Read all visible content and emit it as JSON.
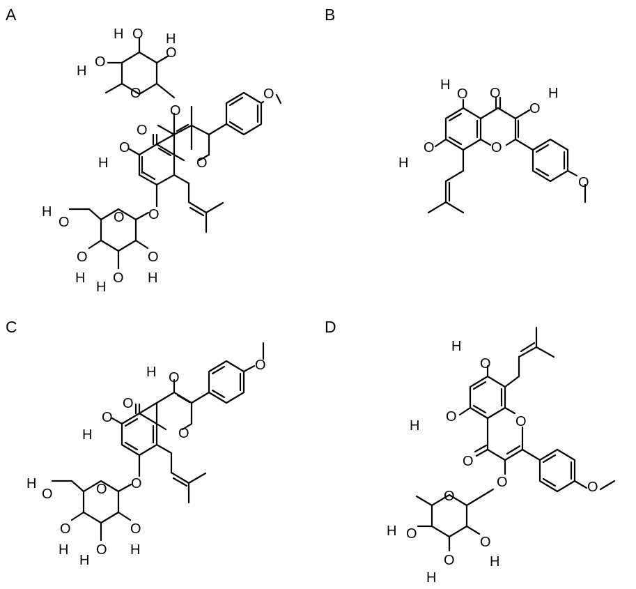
{
  "panels": {
    "a": {
      "label": "A"
    },
    "b": {
      "label": "B"
    },
    "c": {
      "label": "C"
    },
    "d": {
      "label": "D"
    }
  },
  "atoms": {
    "oxygen": "O",
    "hydrogen": "H"
  }
}
